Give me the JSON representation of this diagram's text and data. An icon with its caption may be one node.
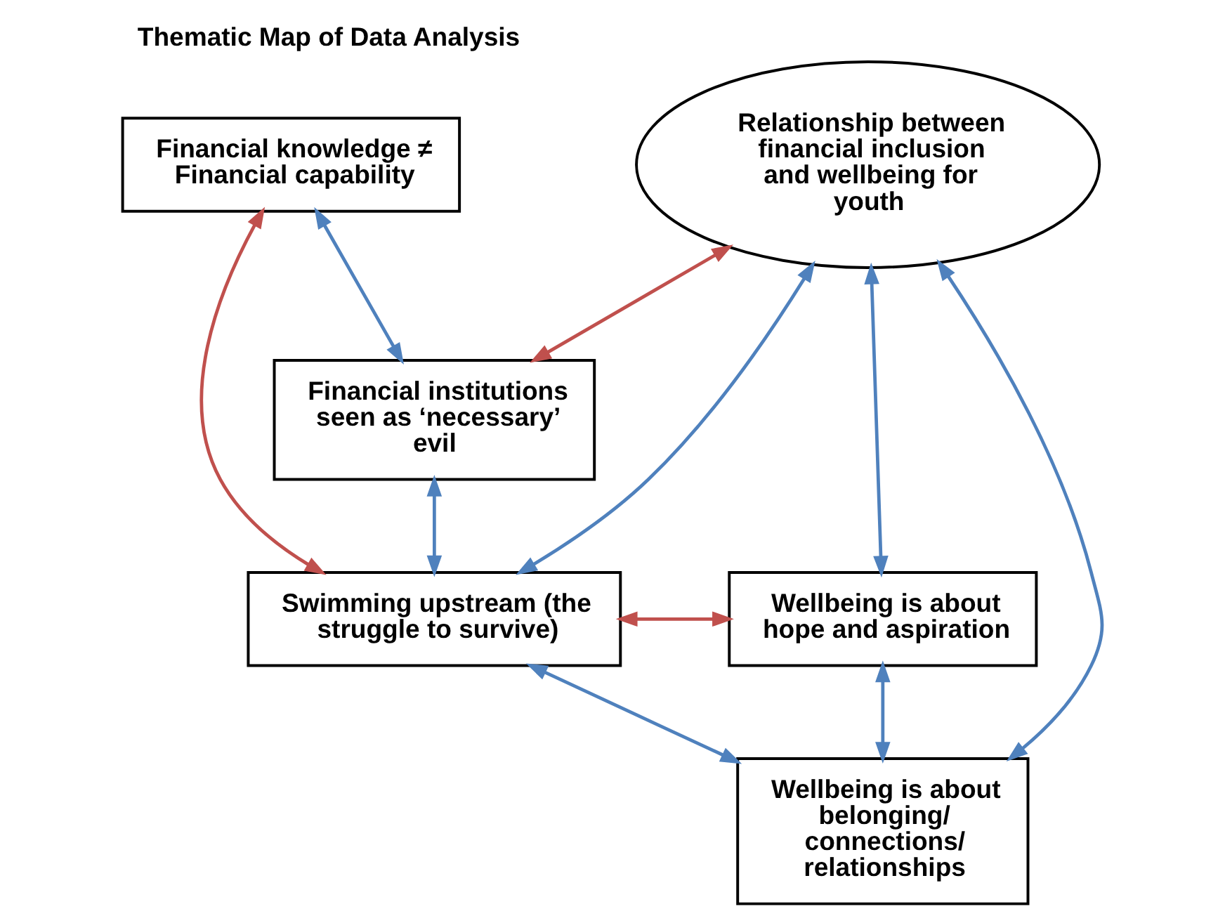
{
  "diagram": {
    "title": "Thematic Map of Data Analysis",
    "nodes": [
      {
        "text": [
          "Financial knowledge ≠ Financial capability"
        ]
      },
      {
        "text": [
          "Relationship between financial inclusion and wellbeing for youth"
        ]
      },
      {
        "text": [
          "Financial institutions seen as ‘necessary’ evil"
        ]
      },
      {
        "text": [
          "Wellbeing is about belonging/ connections/ relationships"
        ]
      },
      {
        "text": [
          "Swimming upstream (the struggle to survive)"
        ]
      },
      {
        "text": [
          "Wellbeing is about hope and aspiration"
        ]
      }
    ],
    "edges": [
      {
        "from": 0,
        "to": 2,
        "arrow": "both"
      },
      {
        "from": 2,
        "to": 1,
        "arrow": "both",
        "color": "#c0504d"
      },
      {
        "from": 0,
        "to": 4,
        "arrow": "both",
        "color": "#c0504d"
      },
      {
        "from": 2,
        "to": 4,
        "arrow": "both"
      },
      {
        "from": 4,
        "to": 1,
        "arrow": "both"
      },
      {
        "from": 1,
        "to": 3,
        "arrow": "both"
      },
      {
        "from": 1,
        "to": 5,
        "arrow": "both"
      },
      {
        "from": 4,
        "to": 3,
        "arrow": "both"
      },
      {
        "from": 3,
        "to": 5,
        "arrow": "both"
      },
      {
        "from": 4,
        "to": 5,
        "arrow": "both",
        "color": "#c0504d"
      }
    ]
  }
}
